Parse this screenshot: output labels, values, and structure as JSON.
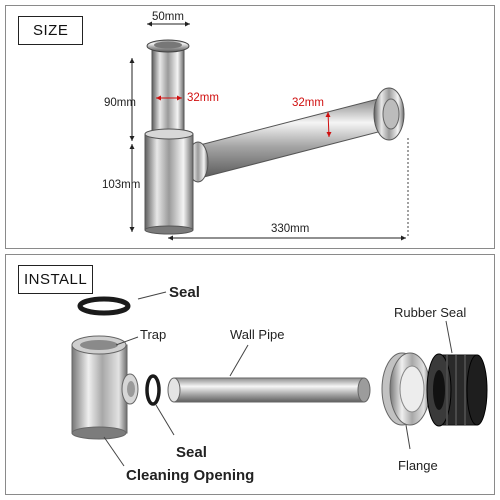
{
  "size_panel": {
    "title": "SIZE",
    "dims": {
      "top_width": "50mm",
      "inner_diameter": "32mm",
      "pipe_diameter": "32mm",
      "upper_height": "90mm",
      "lower_height": "103mm",
      "length": "330mm"
    }
  },
  "install_panel": {
    "title": "INSTALL",
    "labels": {
      "seal_top": "Seal",
      "trap": "Trap",
      "wall_pipe": "Wall Pipe",
      "rubber_seal": "Rubber Seal",
      "seal_bottom": "Seal",
      "flange": "Flange",
      "cleaning_opening": "Cleaning Opening"
    }
  },
  "colors": {
    "dimension_red": "#d01010",
    "chrome_dark": "#6e6e6e",
    "chrome_light": "#f2f2f2"
  }
}
